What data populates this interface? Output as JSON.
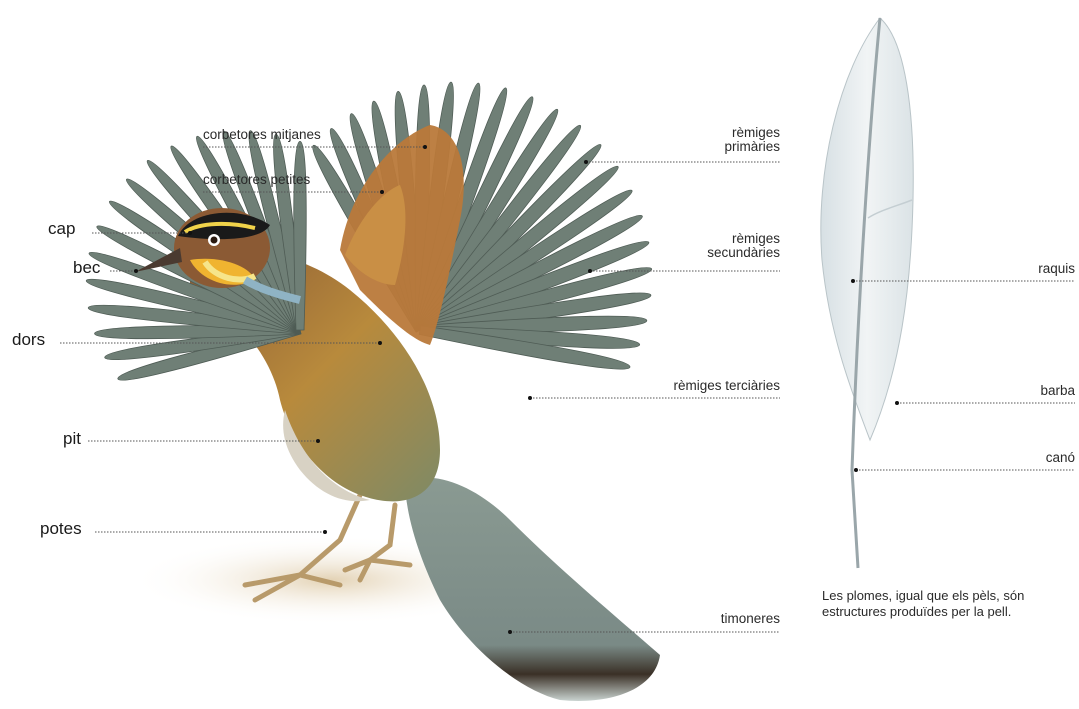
{
  "bird_labels": {
    "cap": "cap",
    "bec": "bec",
    "dors": "dors",
    "pit": "pit",
    "potes": "potes",
    "corbetores_mitjanes": "corbetores mitjanes",
    "corbetores_petites": "corbetores petites",
    "remiges_primaries_1": "rèmiges",
    "remiges_primaries_2": "primàries",
    "remiges_secundaries_1": "rèmiges",
    "remiges_secundaries_2": "secundàries",
    "remiges_terciaries": "rèmiges terciàries",
    "timoneres": "timoneres"
  },
  "feather_labels": {
    "raquis": "raquis",
    "barba": "barba",
    "cano": "canó"
  },
  "caption": {
    "line1": "Les plomes, igual que els pèls, són",
    "line2": "estructures produïdes per la pell."
  },
  "colors": {
    "wing_gray": "#6f7f76",
    "body_brown": "#9a6a3c",
    "covert_orange": "#c88a3a",
    "tail_gray": "#7f8f8a",
    "feather_white": "#e6ecef"
  }
}
